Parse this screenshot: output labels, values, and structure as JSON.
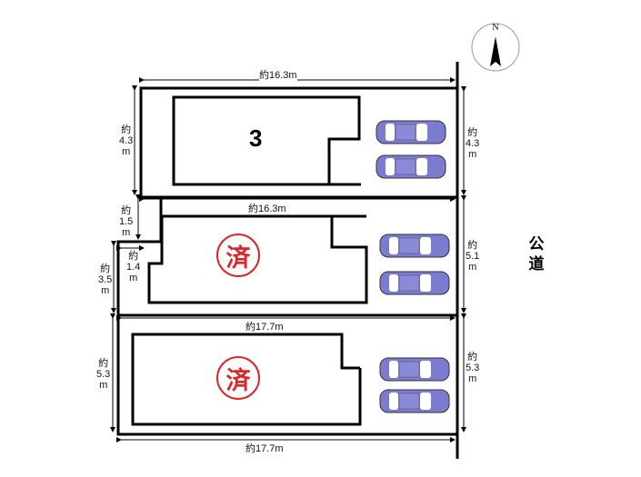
{
  "lots": [
    {
      "number": "3",
      "width_top": "約16.3m",
      "depth_left": "約\n4.3\nm",
      "depth_right": "約\n4.3\nm",
      "status": ""
    },
    {
      "number": "",
      "width_top": "約16.3m",
      "depth_left": "約\n3.5\nm",
      "depth_right": "約\n5.1\nm",
      "status": "済"
    },
    {
      "number": "",
      "width_top": "約17.7m",
      "depth_left": "約\n5.3\nm",
      "depth_right": "約\n5.3\nm",
      "status": "済",
      "width_bottom": "約17.7m"
    }
  ],
  "top_width": "約16.3m",
  "passage_length": "約\n1.5\nm",
  "passage_width": "約\n1.4\nm",
  "road_label": "公\n道",
  "compass": "N",
  "colors": {
    "car": "#7b7bcf",
    "stamp": "#d8262a"
  }
}
